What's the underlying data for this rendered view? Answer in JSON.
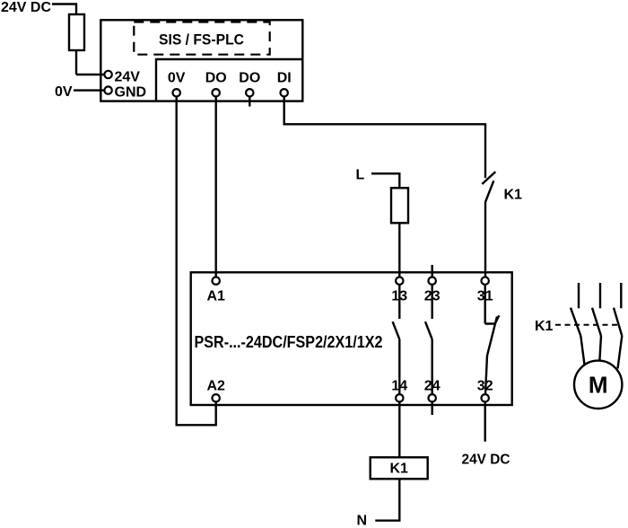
{
  "colors": {
    "line": "#000000",
    "background": "#ffffff"
  },
  "power": {
    "pos_label": "24V DC",
    "neg_label": "0V"
  },
  "plc": {
    "title": "SIS / FS-PLC",
    "left_terminals": [
      {
        "label": "24V"
      },
      {
        "label": "GND"
      }
    ],
    "bottom_terminals": [
      {
        "label": "0V"
      },
      {
        "label": "DO"
      },
      {
        "label": "DO"
      },
      {
        "label": "DI"
      }
    ]
  },
  "relay": {
    "title": "PSR-...-24DC/FSP2/2X1/1X2",
    "top_terminals": [
      {
        "label": "A1"
      },
      {
        "label": "13"
      },
      {
        "label": "23"
      },
      {
        "label": "31"
      }
    ],
    "bottom_terminals": [
      {
        "label": "A2"
      },
      {
        "label": "14"
      },
      {
        "label": "24"
      },
      {
        "label": "32"
      }
    ]
  },
  "field": {
    "line_label": "L",
    "neutral_label": "N",
    "aux_contact_label": "K1",
    "contactor_coil_label": "K1",
    "main_contacts_label": "K1",
    "output_supply_label": "24V DC",
    "motor_label": "M"
  },
  "symbols": {
    "fuse": "narrow-rectangle-in-wire",
    "terminal": "small-open-circle",
    "no_contact": "slanted-open-blade",
    "nc_contact": "blade-crossing-seat",
    "contactor_coil": "labeled-rectangle",
    "mechanical_link": "horizontal-dashed-line",
    "motor": "circle-with-M"
  }
}
